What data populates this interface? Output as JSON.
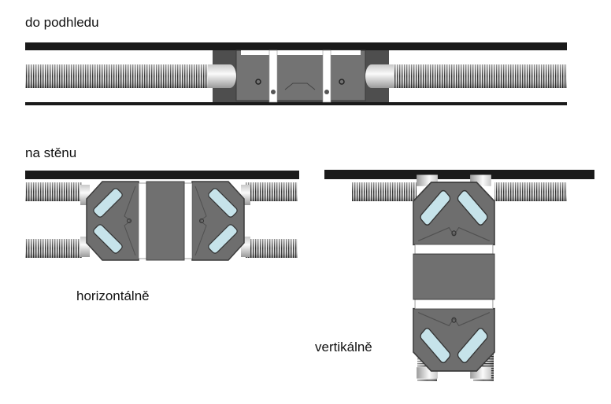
{
  "labels": {
    "ceiling": "do podhledu",
    "wall": "na stěnu",
    "horizontal": "horizontálně",
    "vertical": "vertikálně"
  },
  "colors": {
    "wall": "#1a1a1a",
    "unit_body": "#6f6f6f",
    "unit_dark": "#4a4a4a",
    "filter": "#c6e3ea",
    "duct_dark": "#3a3a3a",
    "duct_light": "#e6e6e6"
  }
}
